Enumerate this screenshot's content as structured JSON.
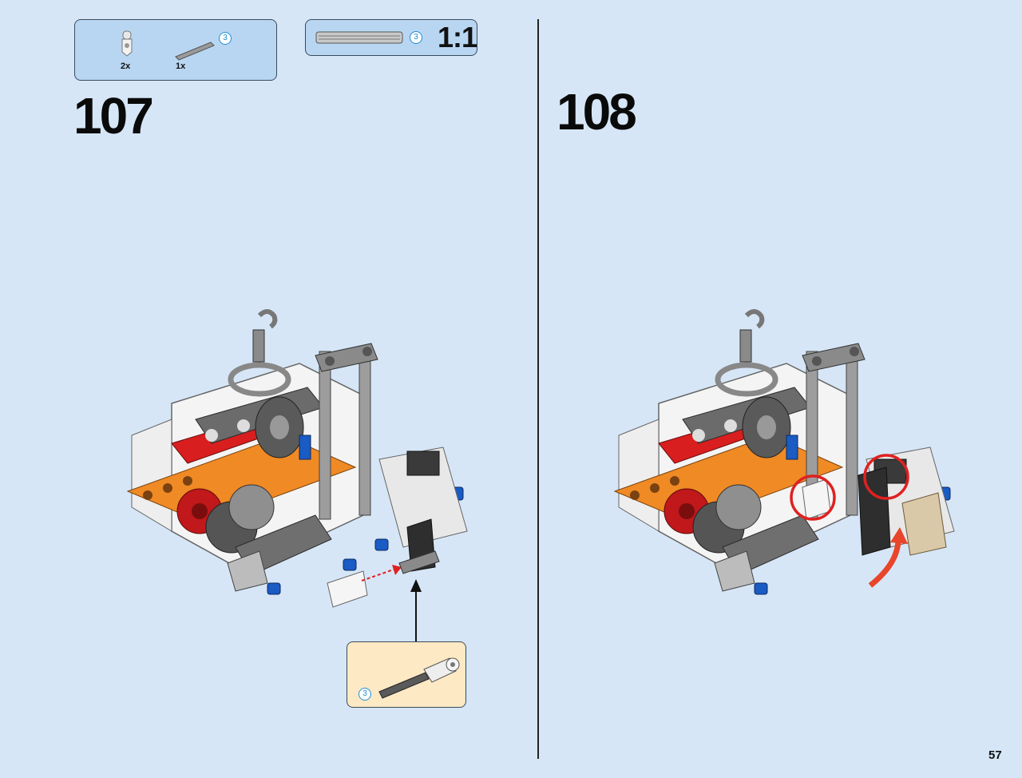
{
  "parts_list": {
    "items": [
      {
        "icon": "pin-connector-icon",
        "quantity": "2x"
      },
      {
        "icon": "axle-3-icon",
        "quantity": "1x",
        "length": "3"
      }
    ]
  },
  "scale_box": {
    "length": "3",
    "scale": "1:1"
  },
  "steps": [
    {
      "number": "107",
      "callout_length": "3"
    },
    {
      "number": "108"
    }
  ],
  "colors": {
    "background": "#d6e6f7",
    "parts_box": "#b8d6f2",
    "callout_box": "#fde9c4",
    "highlight": "#e02020",
    "length_label": "#1f8fd6"
  },
  "page_number": "57"
}
